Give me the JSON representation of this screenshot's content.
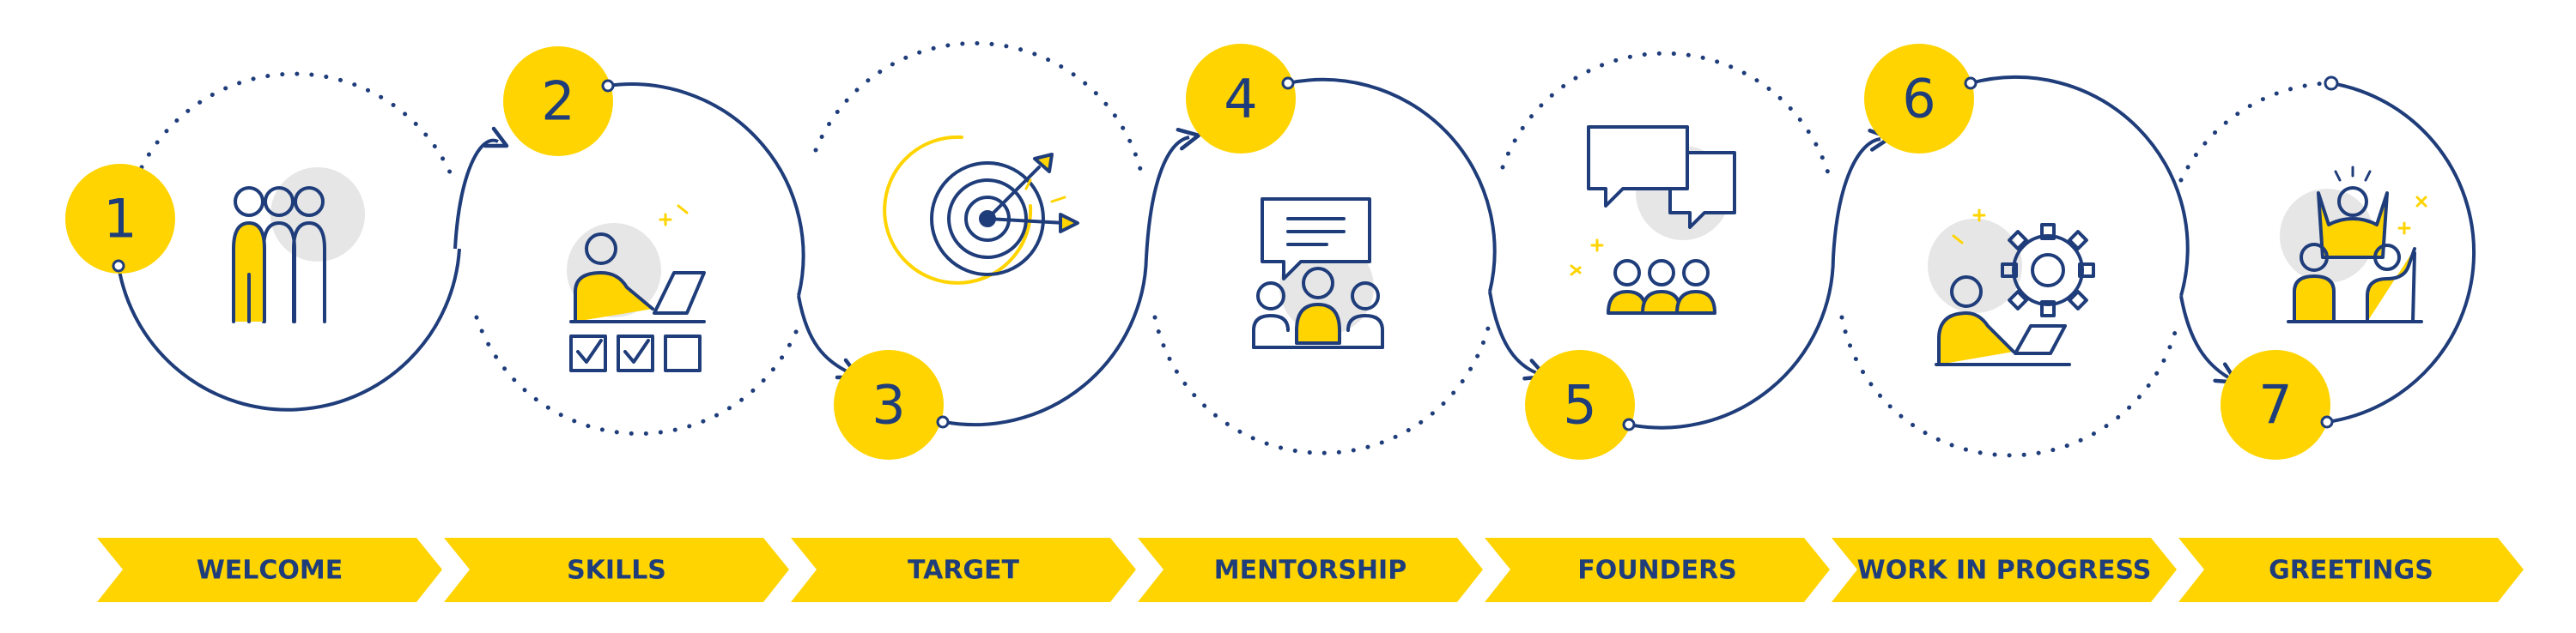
{
  "colors": {
    "accent": "#FFD400",
    "primary": "#1F3D7A",
    "muted_circle": "#E6E6E6",
    "background": "#FFFFFF"
  },
  "steps": [
    {
      "number": "1",
      "label": "WELCOME",
      "icon": "team-icon"
    },
    {
      "number": "2",
      "label": "SKILLS",
      "icon": "checklist-laptop-icon"
    },
    {
      "number": "3",
      "label": "TARGET",
      "icon": "target-arrows-icon"
    },
    {
      "number": "4",
      "label": "MENTORSHIP",
      "icon": "meeting-chat-icon"
    },
    {
      "number": "5",
      "label": "FOUNDERS",
      "icon": "founders-chat-icon"
    },
    {
      "number": "6",
      "label": "WORK IN PROGRESS",
      "icon": "gear-laptop-icon"
    },
    {
      "number": "7",
      "label": "GREETINGS",
      "icon": "celebrating-people-icon"
    }
  ]
}
